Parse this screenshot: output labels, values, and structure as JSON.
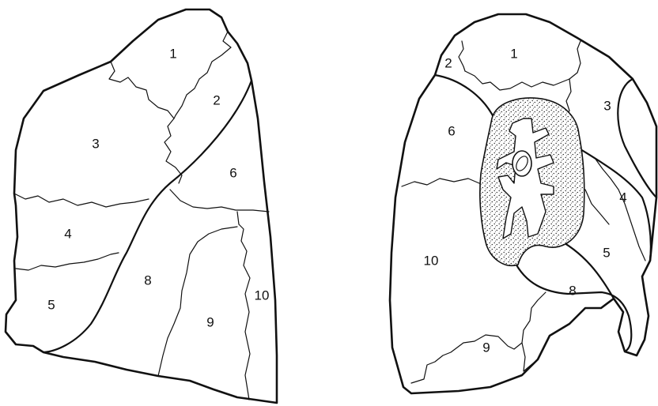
{
  "left_lung": {
    "segments": [
      {
        "label": "1"
      },
      {
        "label": "2"
      },
      {
        "label": "3"
      },
      {
        "label": "4"
      },
      {
        "label": "5"
      },
      {
        "label": "6"
      },
      {
        "label": "8"
      },
      {
        "label": "9"
      },
      {
        "label": "10"
      }
    ]
  },
  "right_lung": {
    "segments": [
      {
        "label": "1"
      },
      {
        "label": "2"
      },
      {
        "label": "3"
      },
      {
        "label": "6"
      },
      {
        "label": "4"
      },
      {
        "label": "5"
      },
      {
        "label": "10"
      },
      {
        "label": "8"
      },
      {
        "label": "9"
      }
    ]
  },
  "colors": {
    "line": "#111111",
    "background": "#ffffff"
  }
}
